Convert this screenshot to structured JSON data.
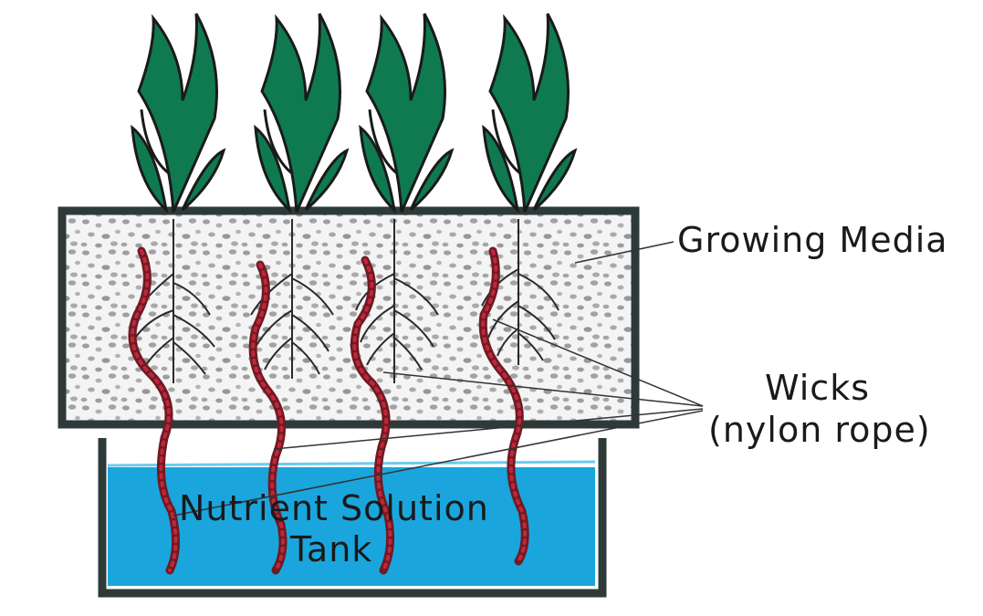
{
  "labels": {
    "growing_media": "Growing Media",
    "wicks_line1": "Wicks",
    "wicks_line2": "(nylon rope)",
    "tank_line1": "Nutrient Solution",
    "tank_line2": "Tank"
  },
  "colors": {
    "leaf": "#0f7a4f",
    "outline": "#2e3a3a",
    "water": "#1aa6dd",
    "media_pebble": "#9a9a9a",
    "wick": "#c2263a",
    "root": "#2a2a2a"
  },
  "plant_count": 4
}
